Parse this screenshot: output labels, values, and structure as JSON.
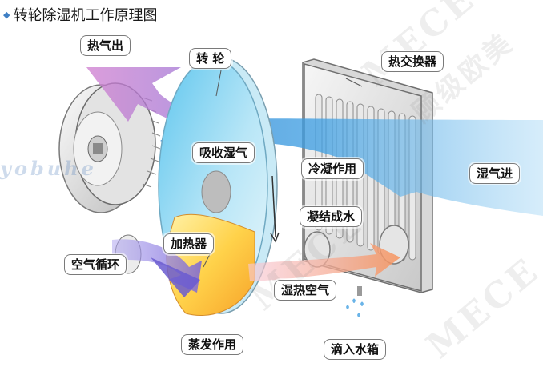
{
  "title": "转轮除湿机工作原理图",
  "labels": {
    "hot_air_out": "热气出",
    "rotor": "转 轮",
    "heat_exchanger": "热交换器",
    "absorb_moisture": "吸收湿气",
    "condensation": "冷凝作用",
    "humid_air_in": "湿气进",
    "condense_water": "凝结成水",
    "heater": "加热器",
    "air_circulation": "空气循环",
    "hot_humid_air": "湿热空气",
    "evaporation": "蒸发作用",
    "drip_tank": "滴入水箱"
  },
  "watermark": {
    "brand_latin": "MECE",
    "brand_cn": "顾级欧美",
    "side_text": "yobuhe"
  }
}
